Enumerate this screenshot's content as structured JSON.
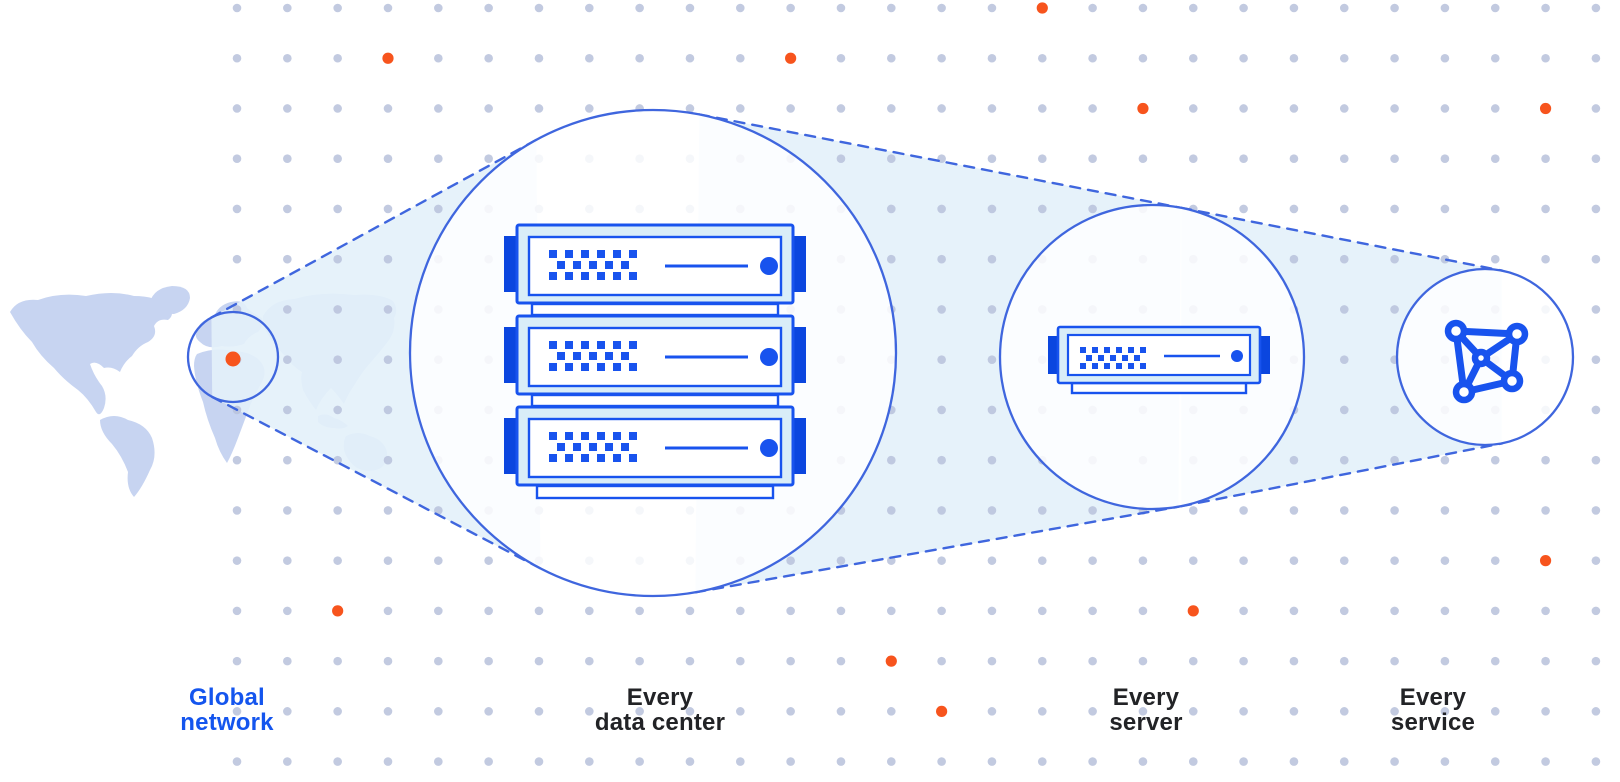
{
  "diagram": {
    "stages": [
      {
        "id": "global-network",
        "line1": "Global",
        "line2": "network",
        "accent": true,
        "icon": "world-map-location-icon"
      },
      {
        "id": "every-data-center",
        "line1": "Every",
        "line2": "data center",
        "accent": false,
        "icon": "server-rack-icon"
      },
      {
        "id": "every-server",
        "line1": "Every",
        "line2": "server",
        "accent": false,
        "icon": "server-icon"
      },
      {
        "id": "every-service",
        "line1": "Every",
        "line2": "service",
        "accent": false,
        "icon": "network-nodes-icon"
      }
    ],
    "server_rack_units": 3
  },
  "background": {
    "grid": {
      "cols": 28,
      "rows": 16
    },
    "orange_dot_cells": [
      [
        16,
        0
      ],
      [
        3,
        1
      ],
      [
        11,
        1
      ],
      [
        18,
        2
      ],
      [
        26,
        2
      ],
      [
        26,
        11
      ],
      [
        2,
        12
      ],
      [
        19,
        12
      ],
      [
        13,
        13
      ],
      [
        14,
        14
      ]
    ]
  },
  "colors": {
    "background": "#ffffff",
    "dot_gray": "#b9c3dc",
    "dot_orange": "#f7541d",
    "map_fill": "#c7d4f1",
    "cone_fill": "#e3f1f9",
    "outline_blue": "#3f66de",
    "icon_blue": "#1853ee",
    "icon_dark_blue": "#0b46df",
    "icon_light_fill": "#d9edf8",
    "icon_white": "#ffffff",
    "text_dark": "#222326",
    "accent_blue": "#1455ee"
  }
}
